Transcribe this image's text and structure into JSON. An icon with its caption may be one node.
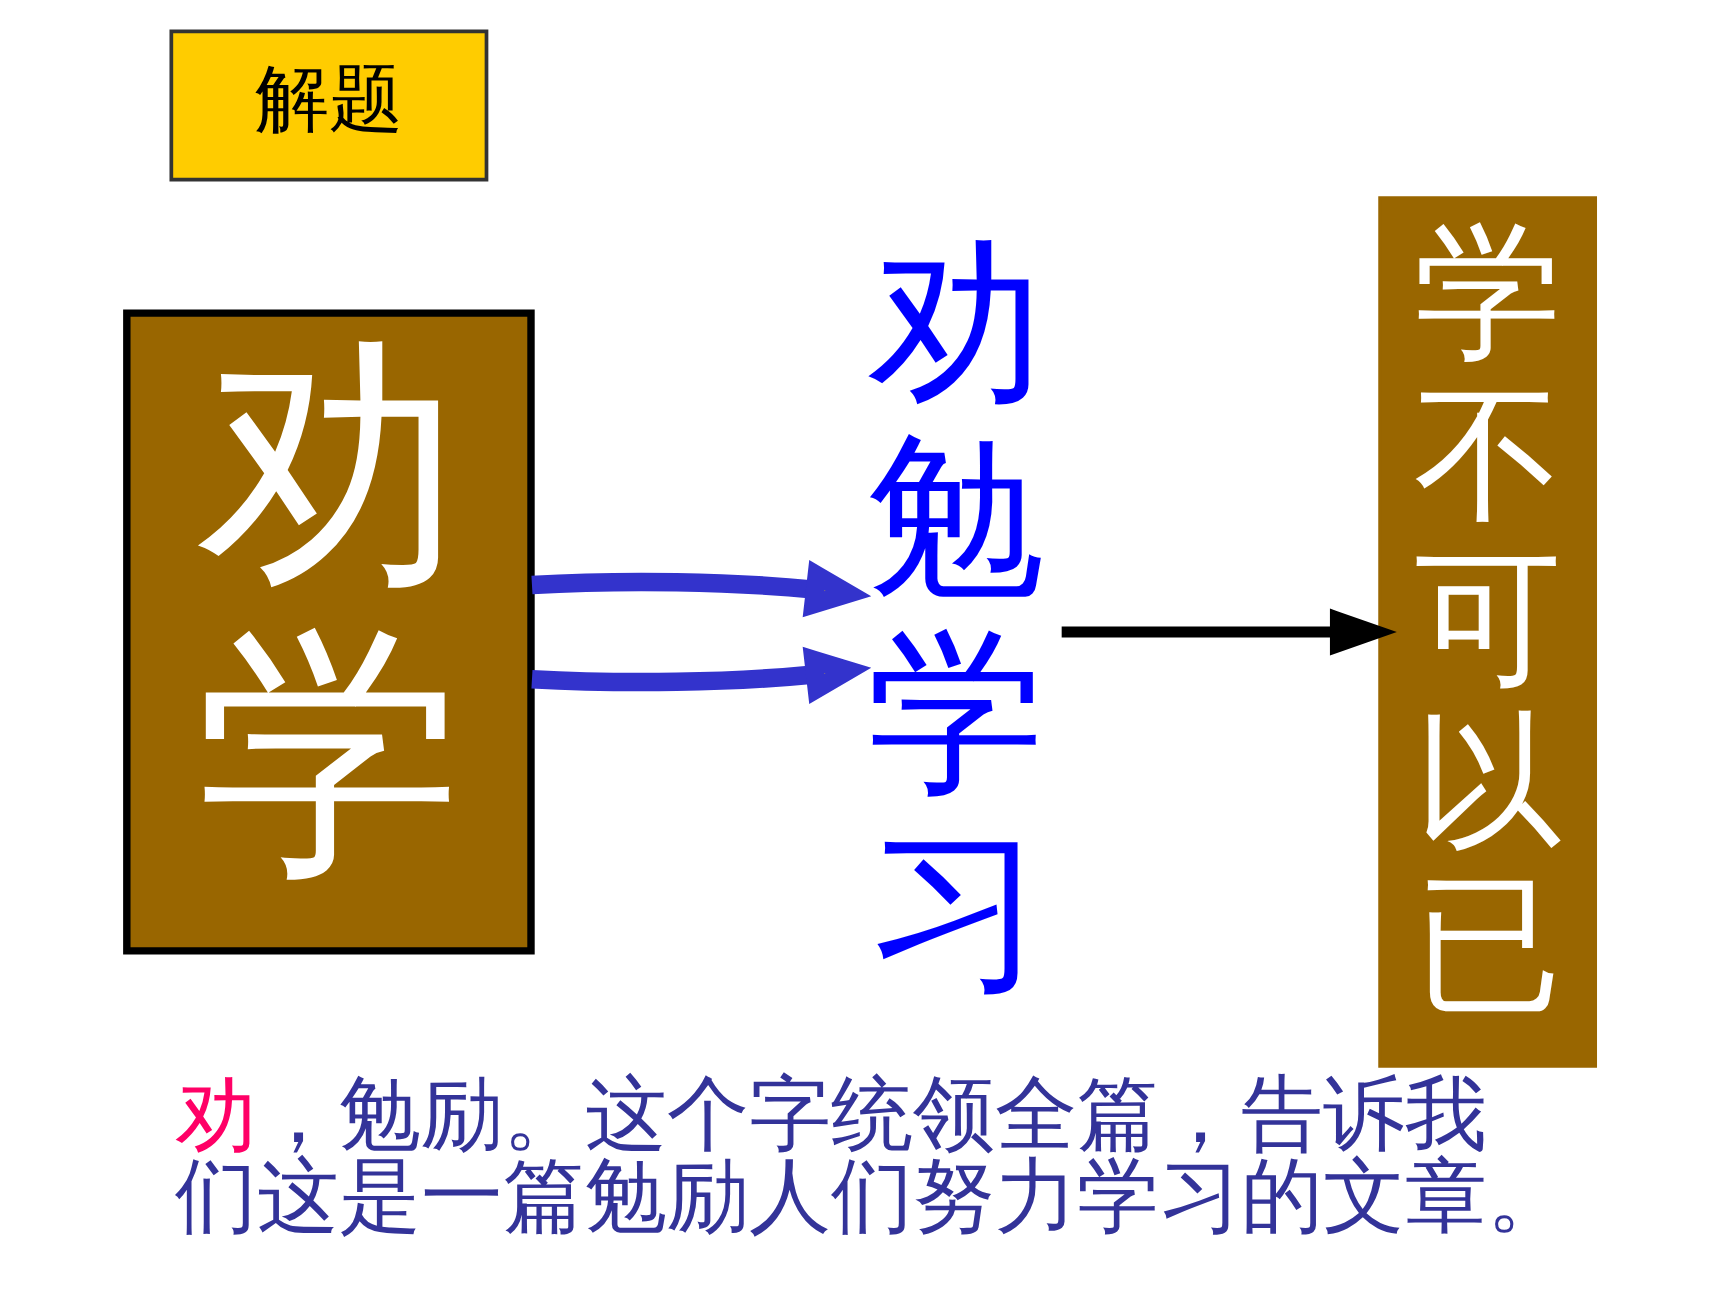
{
  "diagram": {
    "caption": "劝，勉励。这个字统领全篇，告诉我们这是一篇勉励人们努力学习的文章。",
    "nodes": [
      {
        "text": [
          "解题"
        ]
      },
      {
        "text": [
          "劝学"
        ]
      },
      {
        "text": [
          "劝勉学习"
        ]
      },
      {
        "text": [
          "学不可以已"
        ]
      }
    ],
    "edges": [
      {
        "from": 1,
        "to": 2,
        "arrow": "to"
      },
      {
        "from": 1,
        "to": 2,
        "arrow": "to"
      },
      {
        "from": 2,
        "to": 3,
        "arrow": "to",
        "color": "#000000"
      }
    ]
  }
}
